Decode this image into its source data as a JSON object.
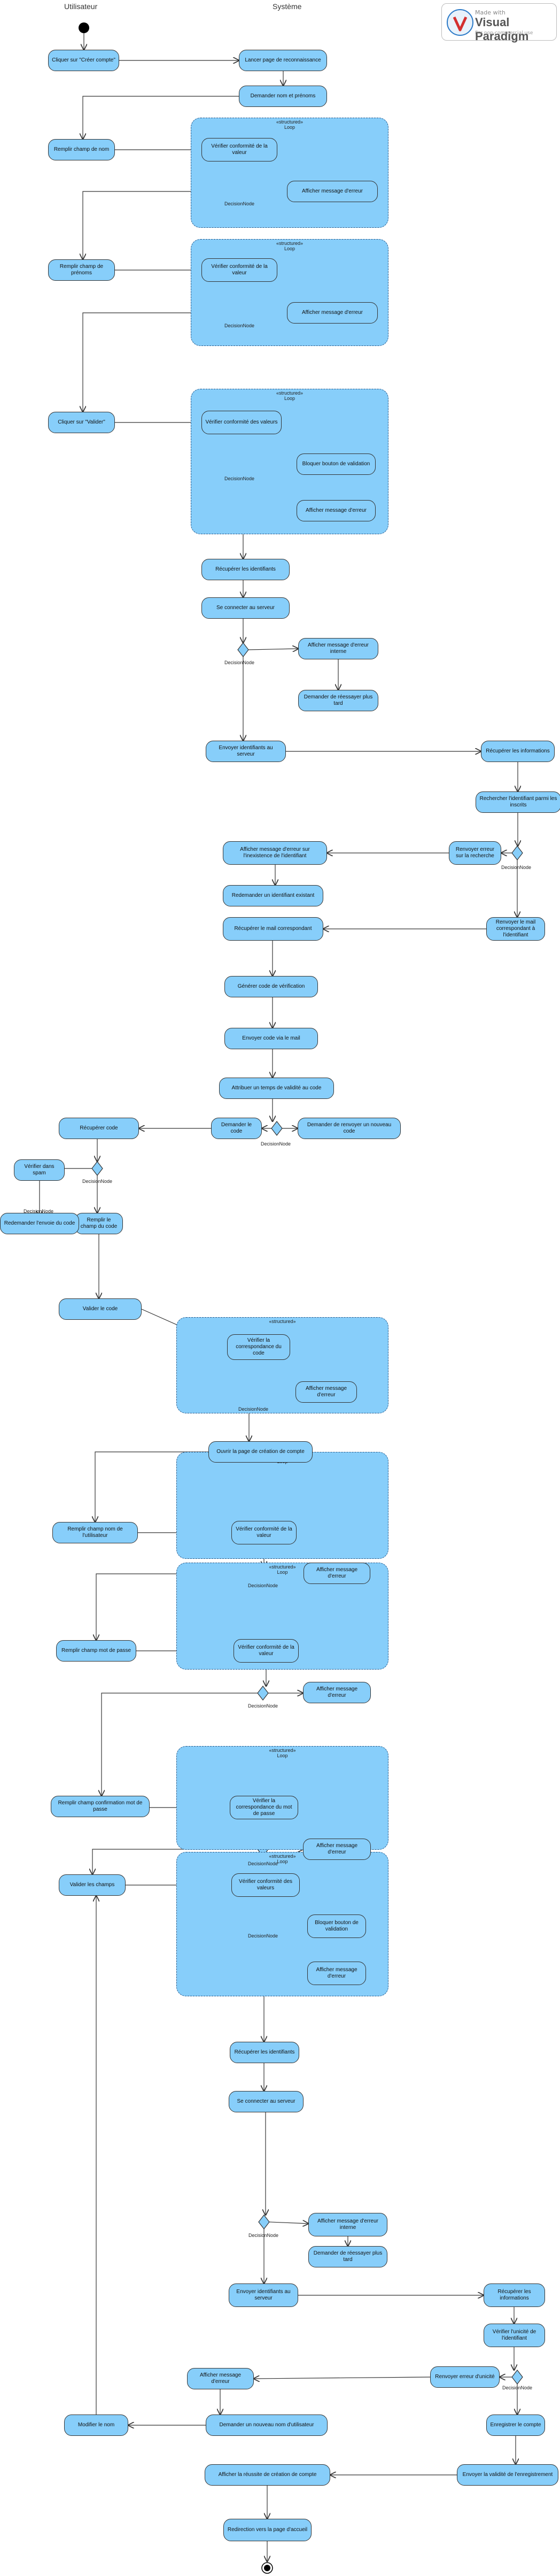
{
  "lanes": {
    "user": "Utilisateur",
    "system": "Système"
  },
  "watermark": {
    "made_with": "Made with",
    "brand": "Visual Paradigm",
    "note": "For non-commercial use"
  },
  "activities": {
    "a1": "Cliquer sur \"Créer compte\"",
    "a2": "Lancer page de reconnaissance",
    "a3": "Demander nom et prénoms",
    "a4": "Remplir champ de nom",
    "a5": "Vérifier conformité de la valeur",
    "a6": "Afficher message d'erreur",
    "a7": "Remplir champ de prénoms",
    "a8": "Vérifier conformité de la valeur",
    "a9": "Afficher message d'erreur",
    "a10": "Cliquer sur \"Valider\"",
    "a11": "Vérifier conformité des valeurs",
    "a12": "Bloquer bouton de validation",
    "a13": "Afficher message d'erreur",
    "a14": "Récupérer les identifiants",
    "a15": "Se connecter au serveur",
    "a16": "Afficher message d'erreur interne",
    "a17": "Demander de réessayer plus tard",
    "a18": "Envoyer identifiants au serveur",
    "a19": "Récupérer les informations",
    "a20": "Rechercher l'identifiant parmi les inscrits",
    "a21": "Afficher message d'erreur sur l'inexistence de l'identifiant",
    "a22": "Renvoyer erreur sur la recherche",
    "a23": "Redemander un identifiant existant",
    "a24": "Récupérer le mail correspondant",
    "a25": "Renvoyer le mail correspondant à l'identifiant",
    "a26": "Générer code de vérification",
    "a27": "Envoyer code via le mail",
    "a28": "Attribuer un temps de validité au code",
    "a29": "Récupérer code",
    "a30": "Demander le code",
    "a31": "Demander de renvoyer un nouveau code",
    "a32": "Vérifier dans spam",
    "a33": "Remplir le champ du code",
    "a34": "Redemander l'envoie du code",
    "a35": "Valider le code",
    "a36": "Vérifier la correspondance du code",
    "a37": "Afficher message d'erreur",
    "a38": "Ouvrir la page de création de compte",
    "a39": "Remplir champ nom de l'utilisateur",
    "a40": "Vérifier conformité de la valeur",
    "a41": "Afficher message d'erreur",
    "a42": "Remplir champ mot de passe",
    "a43": "Vérifier conformité de la valeur",
    "a44": "Afficher message d'erreur",
    "a45": "Remplir champ confirmation mot de passe",
    "a46": "Vérifier la correspondance du mot de passe",
    "a47": "Afficher message d'erreur",
    "a48": "Valider les champs",
    "a49": "Vérifier conformité des valeurs",
    "a50": "Bloquer bouton de validation",
    "a51": "Afficher message d'erreur",
    "a52": "Récupérer les identifiants",
    "a53": "Se connecter au serveur",
    "a54": "Afficher message d'erreur interne",
    "a55": "Demander de réessayer plus tard",
    "a56": "Envoyer identifiants au serveur",
    "a57": "Récupérer les informations",
    "a58": "Vérifier l'unicité de l'identifiant",
    "a59": "Afficher message d'erreur",
    "a60": "Renvoyer erreur d'unicité",
    "a61": "Modifier le nom",
    "a62": "Demander un nouveau nom d'utilisateur",
    "a63": "Enregistrer le compte",
    "a64": "Afficher la réussite de création de compte",
    "a65": "Envoyer la validité de l'enregistrement",
    "a66": "Redirection vers la page d'accueil"
  },
  "loop_stereotype": "«structured»",
  "loop_label": "Loop",
  "decision_label": "DecisionNode"
}
